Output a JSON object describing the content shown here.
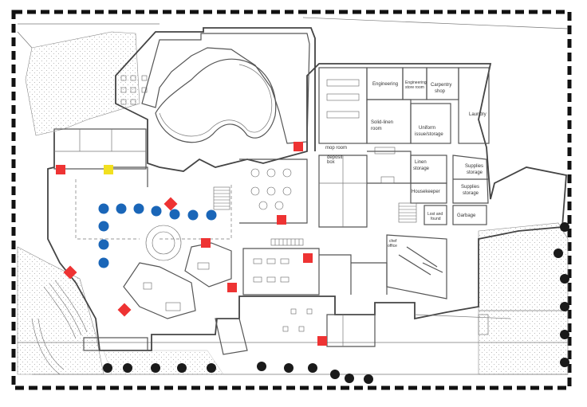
{
  "rooms": {
    "engineering": "Engineering",
    "engineering_store_line1": "Engineering",
    "engineering_store_line2": "store room",
    "carpentry_line1": "Carpentry",
    "carpentry_line2": "shop",
    "laundry": "Laundry",
    "solid_linen_line1": "Solid-linen",
    "solid_linen_line2": "room",
    "uniform_line1": "Uniform",
    "uniform_line2": "issue/storage",
    "mop_room": "mop room",
    "deposit_line1": "deposit",
    "deposit_line2": "box",
    "linen_line1": "Linen",
    "linen_line2": "storage",
    "supplies1_line1": "Supplies",
    "supplies1_line2": "storage",
    "supplies2_line1": "Supplies",
    "supplies2_line2": "storage",
    "housekeeper": "Housekeeper",
    "lost_found_line1": "Lost and",
    "lost_found_line2": "found",
    "garbage": "Garbage",
    "chef_line1": "chef",
    "chef_line2": "office"
  },
  "markers": {
    "red_color": "#ee3333",
    "yellow_color": "#f2e020",
    "blue_color": "#1a66b8"
  },
  "border_color": "#111111"
}
